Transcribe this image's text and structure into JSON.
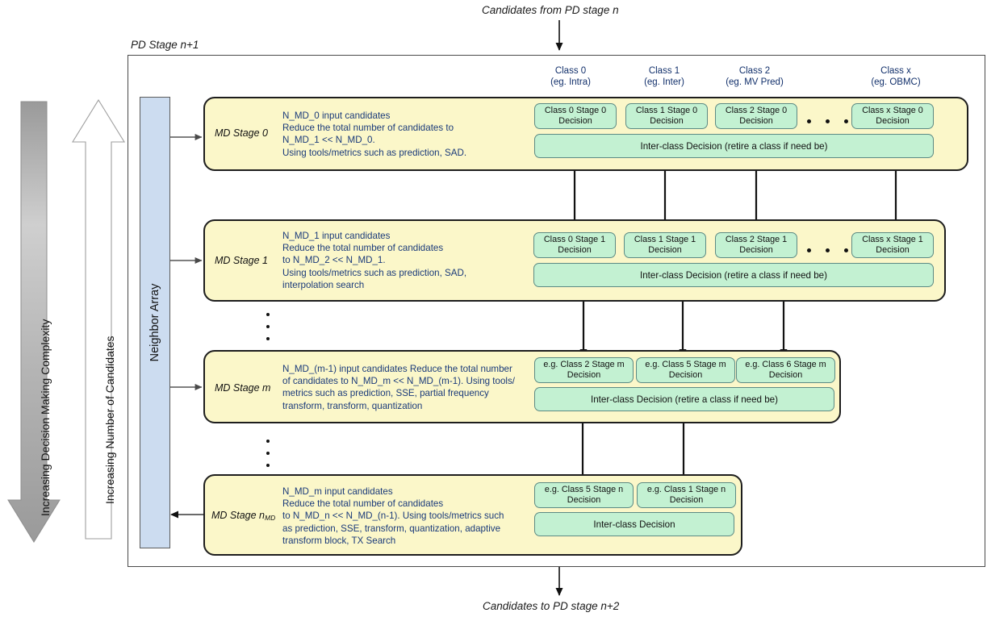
{
  "top_caption": "Candidates from PD stage n",
  "bottom_caption": "Candidates to PD stage n+2",
  "frame_label": "PD Stage n+1",
  "neighbor_array": {
    "label": "Neighbor Array"
  },
  "gauges": [
    {
      "id": "complexity",
      "label": "Increasing Decision Making Complexity",
      "direction": "down",
      "fill": "gray-gradient"
    },
    {
      "id": "candidates",
      "label": "Increasing Number of Candidates",
      "direction": "up",
      "fill": "white"
    }
  ],
  "class_headers": [
    {
      "title": "Class 0",
      "example": "(eg. Intra)"
    },
    {
      "title": "Class 1",
      "example": "(eg. Inter)"
    },
    {
      "title": "Class 2",
      "example": "(eg. MV Pred)"
    },
    {
      "title": "Class x",
      "example": "(eg. OBMC)"
    }
  ],
  "colors": {
    "stage_fill": "#fbf7c9",
    "stage_border": "#1d1d1d",
    "decision_fill": "#c3f1d2",
    "decision_border": "#5c8a84",
    "neighbor_fill": "#ccdcf0",
    "desc_text": "#1a3a7a",
    "header_text": "#12306b"
  },
  "stages": [
    {
      "name": "MD Stage 0",
      "name_sub": "",
      "desc": "N_MD_0 input candidates\nReduce the total number of candidates to\nN_MD_1 << N_MD_0.\nUsing tools/metrics such as prediction, SAD.",
      "decisions": [
        "Class 0 Stage 0 Decision",
        "Class 1 Stage 0 Decision",
        "Class 2 Stage 0 Decision",
        "Class x Stage 0 Decision"
      ],
      "has_ellipsis": true,
      "inter_class": "Inter-class Decision (retire a class if need be)"
    },
    {
      "name": "MD Stage 1",
      "name_sub": "",
      "desc": "N_MD_1 input candidates\nReduce the total number of candidates\nto N_MD_2 << N_MD_1.\nUsing tools/metrics such as prediction, SAD,\ninterpolation search",
      "decisions": [
        "Class 0 Stage 1 Decision",
        "Class 1 Stage 1 Decision",
        "Class 2 Stage 1 Decision",
        "Class x Stage 1 Decision"
      ],
      "has_ellipsis": true,
      "inter_class": "Inter-class Decision (retire a class if need be)"
    },
    {
      "name": "MD Stage m",
      "name_sub": "",
      "desc": "N_MD_(m-1) input candidates Reduce the total number\nof candidates to N_MD_m << N_MD_(m-1). Using tools/\nmetrics such as prediction, SSE, partial frequency\ntransform, transform, quantization",
      "decisions": [
        "e.g. Class 2 Stage m Decision",
        "e.g. Class 5 Stage m Decision",
        "e.g. Class 6 Stage m Decision"
      ],
      "has_ellipsis": false,
      "inter_class": "Inter-class Decision (retire a class if need be)"
    },
    {
      "name": "MD Stage n",
      "name_sub": "MD",
      "desc": "N_MD_m input candidates\nReduce the total number of candidates\nto N_MD_n << N_MD_(n-1). Using tools/metrics such\nas prediction, SSE, transform, quantization, adaptive\ntransform block, TX Search",
      "decisions": [
        "e.g. Class 5 Stage n Decision",
        "e.g. Class 1 Stage n Decision"
      ],
      "has_ellipsis": false,
      "inter_class": "Inter-class Decision"
    }
  ]
}
